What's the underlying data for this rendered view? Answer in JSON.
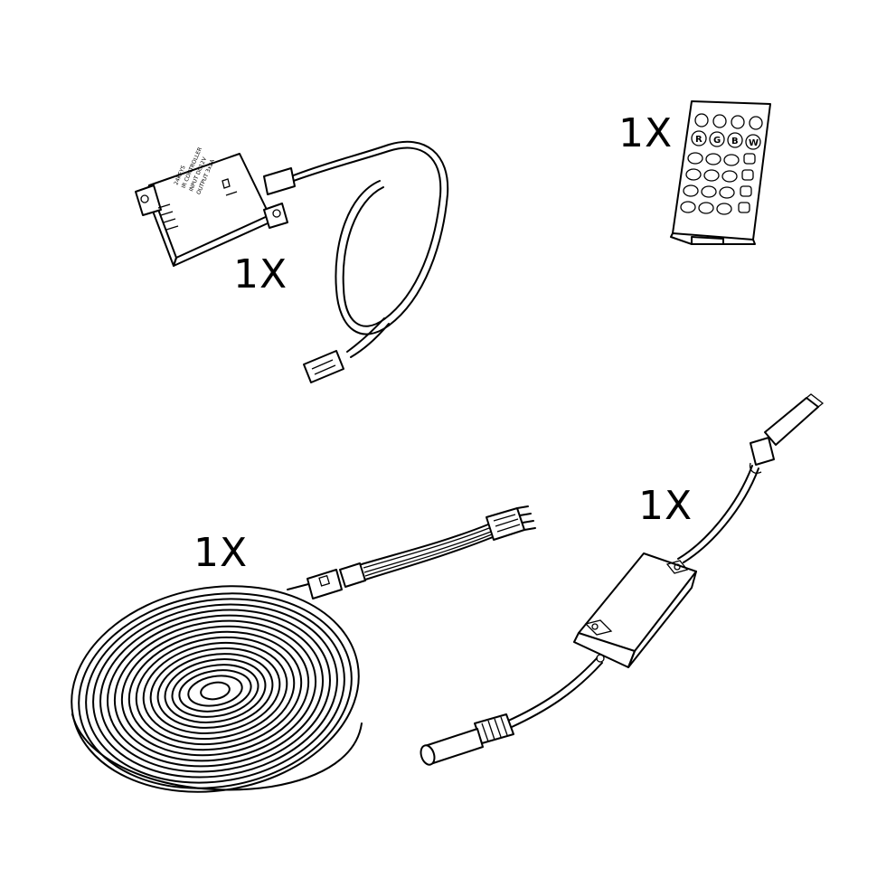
{
  "items": [
    {
      "qty": "1X",
      "product": "ir-controller",
      "printed": {
        "model": "24KEYS",
        "name": "IR CONTROLLER",
        "spec1": "INPUT DC12V",
        "spec2": "OUTPUT 3x2A"
      }
    },
    {
      "qty": "1X",
      "product": "ir-remote",
      "buttons": {
        "r": "R",
        "g": "G",
        "b": "B",
        "w": "W"
      }
    },
    {
      "qty": "1X",
      "product": "led-strip-reel"
    },
    {
      "qty": "1X",
      "product": "power-adapter"
    }
  ]
}
